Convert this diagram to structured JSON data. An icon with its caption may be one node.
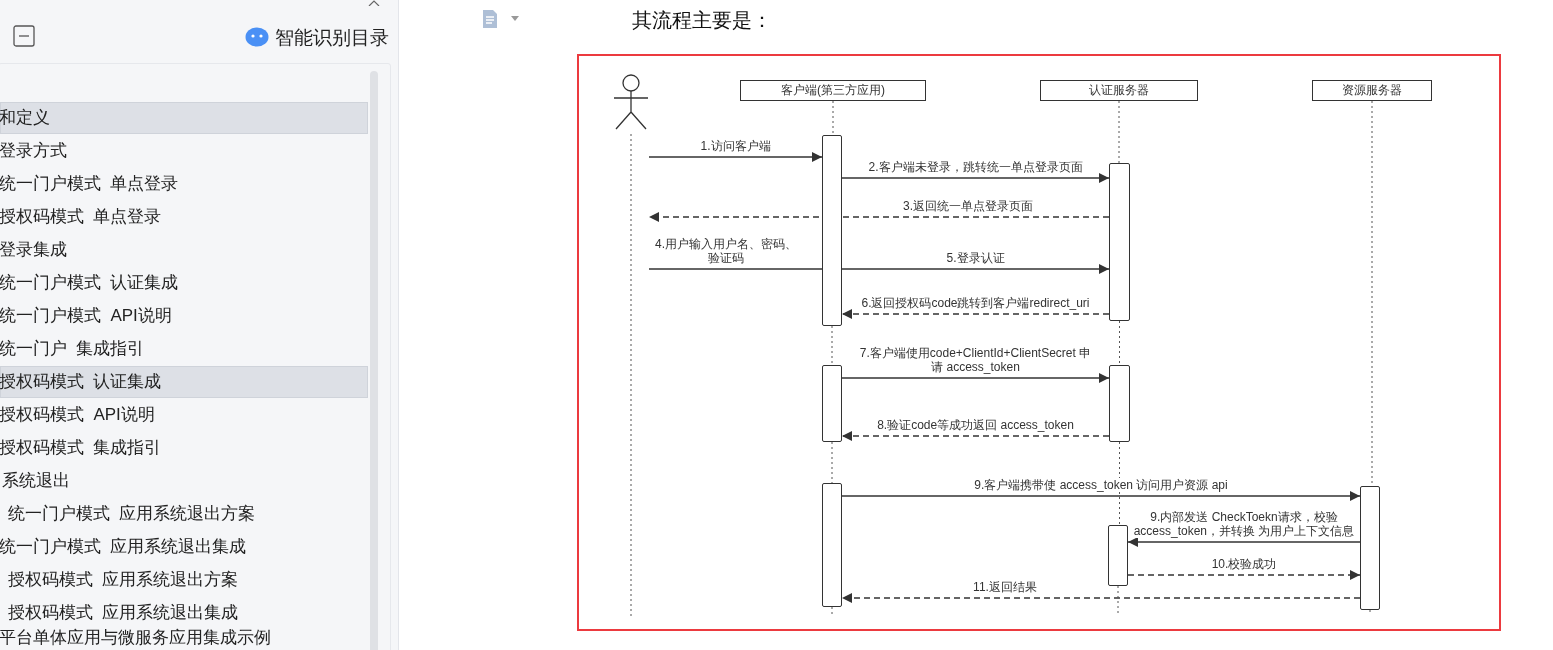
{
  "diagram": {
    "title": "其流程主要是：",
    "nodes": [
      {
        "text": [],
        "shape": "person"
      },
      {
        "text": [
          "客户端(第三方应用)"
        ]
      },
      {
        "text": [
          "认证服务器"
        ]
      },
      {
        "text": [
          "资源服务器"
        ]
      },
      {
        "text": [],
        "shape": "bar"
      },
      {
        "text": [],
        "shape": "bar"
      },
      {
        "text": [],
        "shape": "bar"
      },
      {
        "text": [],
        "shape": "bar"
      },
      {
        "text": [],
        "shape": "bar"
      },
      {
        "text": [],
        "shape": "bar"
      },
      {
        "text": [],
        "shape": "bar"
      }
    ],
    "edges": [
      {
        "from": 0,
        "to": 4,
        "arrow": "to",
        "label": "1.访问客户端"
      },
      {
        "from": 4,
        "to": 5,
        "arrow": "to",
        "label": "2.客户端未登录，跳转统一单点登录页面"
      },
      {
        "from": 5,
        "to": 0,
        "arrow": "to",
        "label": "3.返回统一单点登录页面",
        "style": "dashed"
      },
      {
        "from": 0,
        "to": 4,
        "arrow": "none",
        "label": "4.用户输入用户名、密码、验证码"
      },
      {
        "from": 4,
        "to": 5,
        "arrow": "to",
        "label": "5.登录认证"
      },
      {
        "from": 5,
        "to": 4,
        "arrow": "to",
        "label": "6.返回授权码code跳转到客户端redirect_uri",
        "style": "dashed"
      },
      {
        "from": 6,
        "to": 7,
        "arrow": "to",
        "label": "7.客户端使用code+ClientId+ClientSecret 申请 access_token"
      },
      {
        "from": 7,
        "to": 6,
        "arrow": "to",
        "label": "8.验证code等成功返回 access_token",
        "style": "dashed"
      },
      {
        "from": 8,
        "to": 9,
        "arrow": "to",
        "label": "9.客户端携带使 access_token 访问用户资源 api"
      },
      {
        "from": 9,
        "to": 10,
        "arrow": "to",
        "label": "9.内部发送 CheckToekn请求，校验 access_token，并转换 为用户上下文信息"
      },
      {
        "from": 10,
        "to": 9,
        "arrow": "to",
        "label": "10.校验成功",
        "style": "dashed"
      },
      {
        "from": 9,
        "to": 8,
        "arrow": "to",
        "label": "11.返回结果",
        "style": "dashed"
      },
      {
        "from": 1,
        "to": 4,
        "arrow": "none",
        "style": "dashed"
      },
      {
        "from": 4,
        "to": 6,
        "arrow": "none",
        "style": "dashed"
      },
      {
        "from": 6,
        "to": 8,
        "arrow": "none",
        "style": "dashed"
      },
      {
        "from": 8,
        "to": null,
        "arrow": "none",
        "style": "dashed"
      },
      {
        "from": 2,
        "to": 5,
        "arrow": "none",
        "style": "dashed"
      },
      {
        "from": 5,
        "to": 7,
        "arrow": "none",
        "style": "dashed"
      },
      {
        "from": 7,
        "to": 10,
        "arrow": "none",
        "style": "dashed"
      },
      {
        "from": 10,
        "to": null,
        "arrow": "none",
        "style": "dashed"
      },
      {
        "from": 3,
        "to": 9,
        "arrow": "none",
        "style": "dashed"
      },
      {
        "from": 9,
        "to": null,
        "arrow": "none",
        "style": "dashed"
      }
    ],
    "labels": [
      "智能识别目录",
      "和定义",
      "登录方式",
      "统一门户模式  单点登录",
      "授权码模式  单点登录",
      "登录集成",
      "统一门户模式  认证集成",
      "统一门户模式  API说明",
      "统一门户  集成指引",
      "授权码模式  认证集成",
      "授权码模式  API说明",
      "授权码模式  集成指引",
      "系统退出",
      "统一门户模式  应用系统退出方案",
      "统一门户模式  应用系统退出集成",
      "授权码模式  应用系统退出方案",
      "授权码模式  应用系统退出集成",
      "平台单体应用与微服务应用集成示例"
    ]
  }
}
